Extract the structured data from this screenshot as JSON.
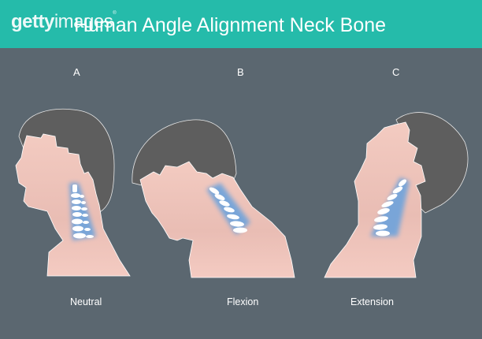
{
  "header": {
    "logo": {
      "bold": "getty",
      "light": "images",
      "mark": "®"
    },
    "title": "Human Angle Alignment Neck Bone",
    "background": "#25bbaa"
  },
  "colors": {
    "background": "#5b6770",
    "skin": "#f2c9bf",
    "hair": "#5e5e5e",
    "spine_glow": "#6da3dc",
    "vertebra": "#ffffff"
  },
  "panels": [
    {
      "letter": "A",
      "caption": "Neutral"
    },
    {
      "letter": "B",
      "caption": "Flexion"
    },
    {
      "letter": "C",
      "caption": "Extension"
    }
  ]
}
